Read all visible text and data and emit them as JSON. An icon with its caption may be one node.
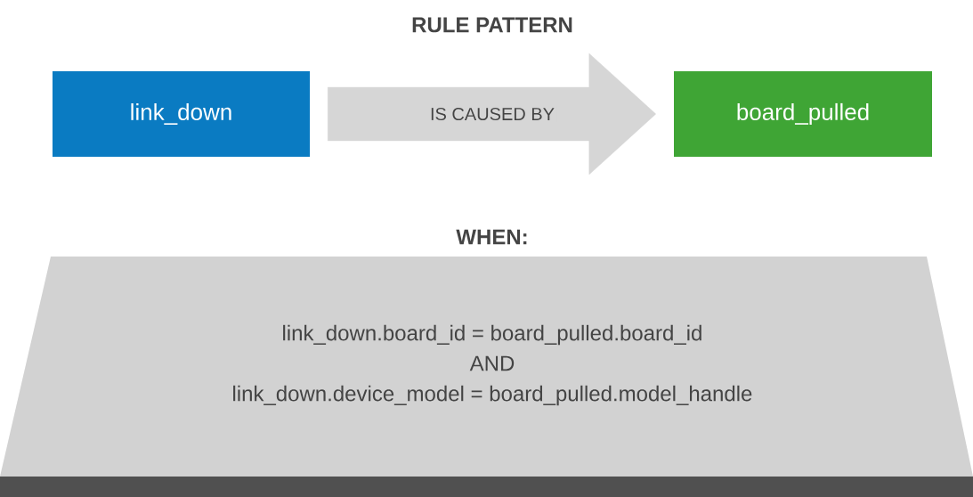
{
  "diagram": {
    "title": "RULE PATTERN",
    "nodes": [
      {
        "text": [
          "link_down"
        ]
      },
      {
        "text": [
          "board_pulled"
        ]
      },
      {
        "text": [
          "WHEN:",
          "link_down.board_id = board_pulled.board_id",
          "AND",
          "link_down.device_model = board_pulled.model_handle"
        ]
      }
    ],
    "edges": [
      {
        "from": 0,
        "to": 1,
        "arrow": "to",
        "label": "IS CAUSED BY"
      }
    ]
  }
}
